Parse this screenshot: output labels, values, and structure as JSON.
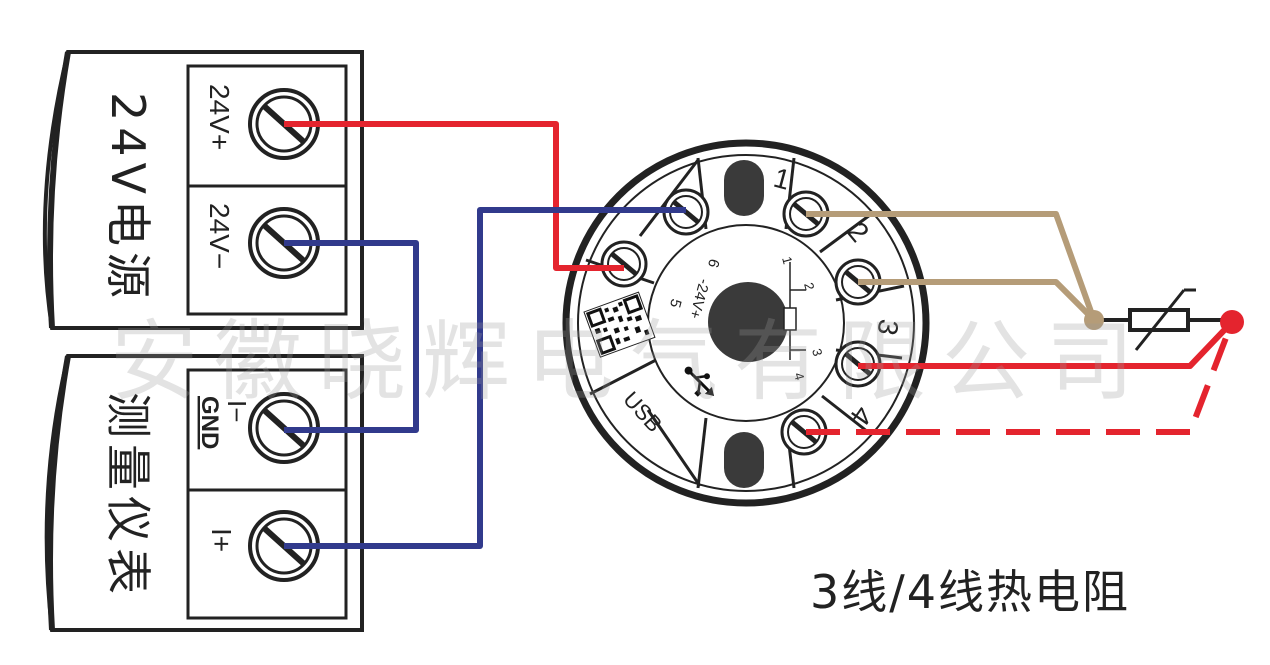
{
  "power_block": {
    "title": "24V电源",
    "terminals": [
      "24V+",
      "24V−"
    ]
  },
  "meter_block": {
    "title": "测量仪表",
    "terminals": [
      "GND",
      "I−",
      "I+"
    ]
  },
  "transmitter": {
    "terminal_numbers": [
      "1",
      "2",
      "3",
      "4"
    ],
    "inner_left_labels": [
      "6",
      "-24V+",
      "5"
    ],
    "inner_right_labels": [
      "1",
      "2",
      "3",
      "4"
    ],
    "usb_label": "USB"
  },
  "wire_colors": {
    "red": "#e4242e",
    "blue": "#313a8c",
    "tan": "#b59c78"
  },
  "caption": "3线/4线热电阻",
  "watermark": "安徽晓辉电气有限公司"
}
